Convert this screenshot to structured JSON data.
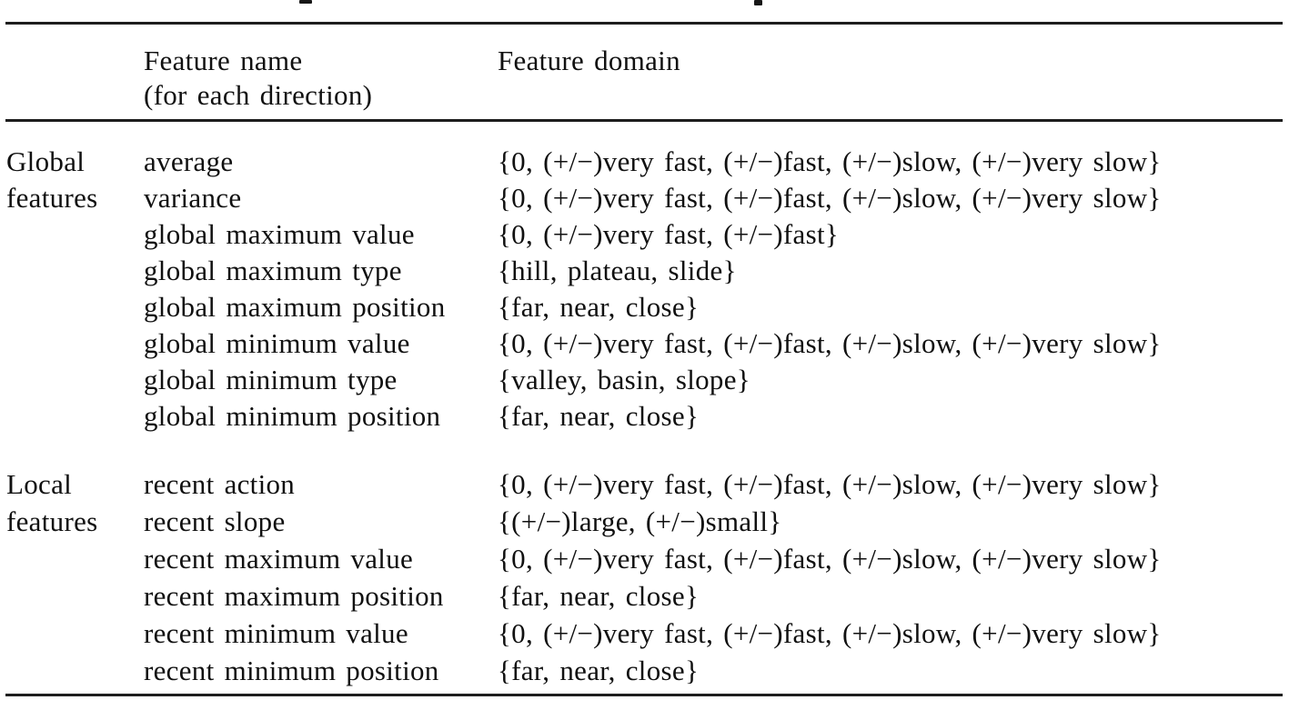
{
  "table": {
    "header": {
      "feature_name_line1": "Feature name",
      "feature_name_line2": "(for each direction)",
      "feature_domain": "Feature domain"
    },
    "groups": [
      {
        "label_line1": "Global",
        "label_line2": "features",
        "rows": [
          {
            "name": "average",
            "domain": "{0, (+/−)very fast, (+/−)fast, (+/−)slow, (+/−)very slow}"
          },
          {
            "name": "variance",
            "domain": "{0, (+/−)very fast, (+/−)fast, (+/−)slow, (+/−)very slow}"
          },
          {
            "name": "global maximum value",
            "domain": "{0, (+/−)very fast, (+/−)fast}"
          },
          {
            "name": "global maximum type",
            "domain": "{hill, plateau, slide}"
          },
          {
            "name": "global maximum position",
            "domain": "{far, near, close}"
          },
          {
            "name": "global minimum value",
            "domain": "{0, (+/−)very fast, (+/−)fast, (+/−)slow, (+/−)very slow}"
          },
          {
            "name": "global minimum type",
            "domain": "{valley, basin, slope}"
          },
          {
            "name": "global minimum position",
            "domain": "{far, near, close}"
          }
        ]
      },
      {
        "label_line1": "Local",
        "label_line2": "features",
        "rows": [
          {
            "name": "recent action",
            "domain": "{0, (+/−)very fast, (+/−)fast, (+/−)slow, (+/−)very slow}"
          },
          {
            "name": "recent slope",
            "domain": "{(+/−)large, (+/−)small}"
          },
          {
            "name": "recent maximum value",
            "domain": "{0, (+/−)very fast, (+/−)fast, (+/−)slow, (+/−)very slow}"
          },
          {
            "name": "recent maximum position",
            "domain": "{far, near, close}"
          },
          {
            "name": "recent minimum value",
            "domain": "{0, (+/−)very fast, (+/−)fast, (+/−)slow, (+/−)very slow}"
          },
          {
            "name": "recent minimum position",
            "domain": "{far, near, close}"
          }
        ]
      }
    ]
  }
}
